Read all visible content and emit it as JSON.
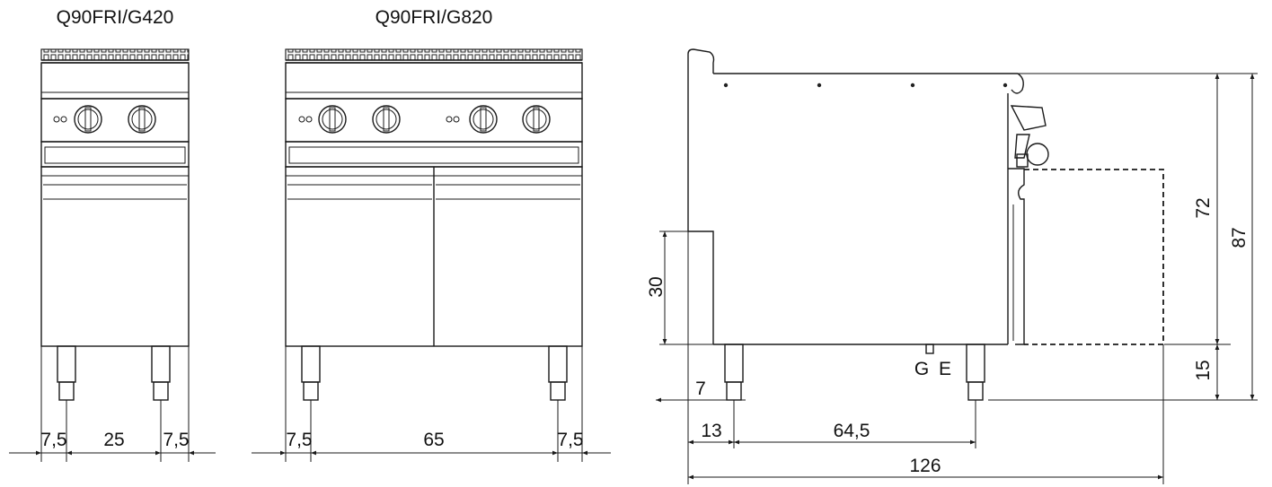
{
  "models": {
    "small": "Q90FRI/G420",
    "large": "Q90FRI/G820"
  },
  "front_small_dims": {
    "left": "7,5",
    "center": "25",
    "right": "7,5"
  },
  "front_large_dims": {
    "left": "7,5",
    "center": "65",
    "right": "7,5"
  },
  "side_dims": {
    "height_top": "72",
    "height_total": "87",
    "height_legs": "15",
    "height_lower": "30",
    "foot": "7",
    "offset": "13",
    "legs_span": "64,5",
    "depth_total": "126"
  },
  "connections": {
    "gas": "G",
    "electric": "E"
  }
}
